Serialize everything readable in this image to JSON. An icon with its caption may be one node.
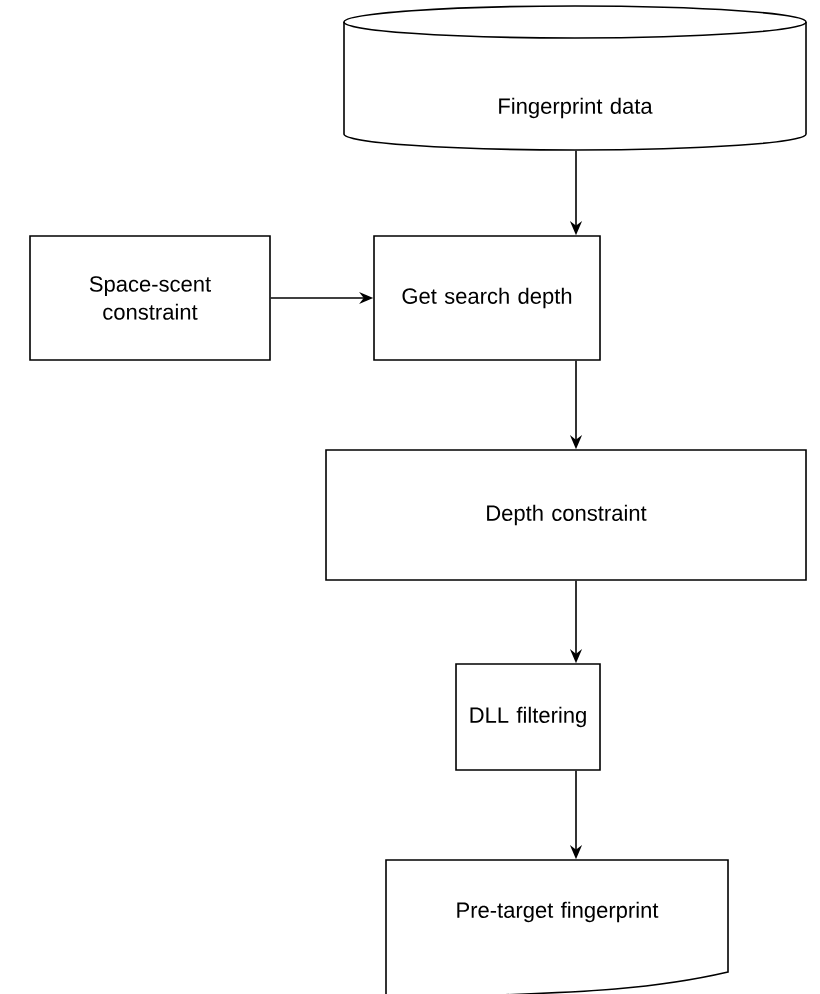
{
  "diagram": {
    "nodes": [
      {
        "text": [
          "Fingerprint data"
        ]
      },
      {
        "text": [
          "Space-scent constraint"
        ]
      },
      {
        "text": [
          "Get search depth"
        ]
      },
      {
        "text": [
          "Depth constraint"
        ]
      },
      {
        "text": [
          "DLL filtering"
        ]
      },
      {
        "text": [
          "Pre-target fingerprint"
        ]
      }
    ],
    "edges": [
      {
        "from": 0,
        "to": 2,
        "arrow": "to"
      },
      {
        "from": 1,
        "to": 2,
        "arrow": "to"
      },
      {
        "from": 2,
        "to": 3,
        "arrow": "to"
      },
      {
        "from": 3,
        "to": 4,
        "arrow": "to"
      },
      {
        "from": 4,
        "to": 5,
        "arrow": "to"
      }
    ]
  }
}
